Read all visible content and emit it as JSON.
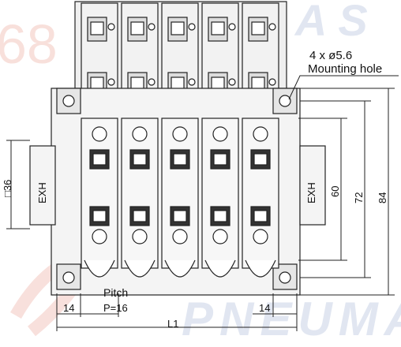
{
  "callout": {
    "hole_spec": "4 x ø5.6",
    "hole_label": "Mounting hole"
  },
  "labels": {
    "exh_left": "EXH",
    "exh_right": "EXH",
    "pitch": "Pitch",
    "pitch_value": "P=16"
  },
  "dimensions": {
    "left_end": "14",
    "right_end": "14",
    "overall_length": "L1",
    "rail_width": "□36",
    "height_60": "60",
    "height_72": "72",
    "height_84": "84"
  },
  "watermark": {
    "text_top": "CUAS",
    "text_bottom": "PNEUMAT",
    "text_left": "68",
    "color": "#c9d3e6",
    "accent_color": "#f3c7bf"
  },
  "colors": {
    "line": "#222222",
    "body_fill": "#efefef",
    "dark_fill": "#555555"
  }
}
